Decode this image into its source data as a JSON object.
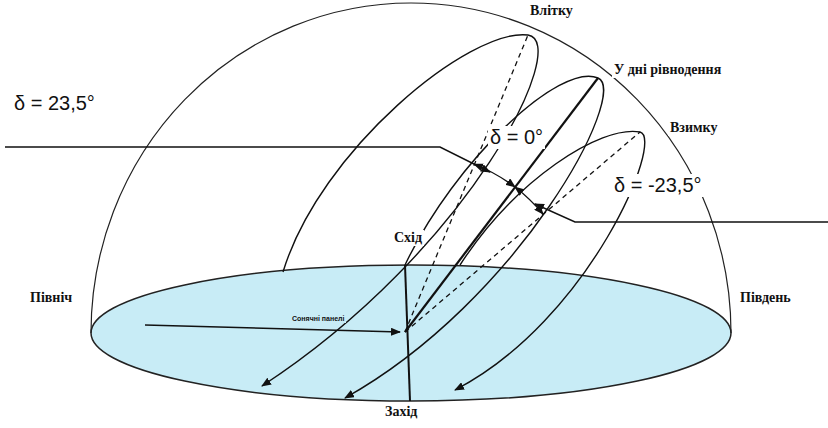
{
  "diagram": {
    "labels": [
      "Влітку",
      "У дні рівнодення",
      "δ = 23,5°",
      "δ = 0°",
      "Взимку",
      "δ = -23,5°",
      "Схід",
      "Північ",
      "Сонячні панелі",
      "Південь",
      "Захід"
    ]
  }
}
